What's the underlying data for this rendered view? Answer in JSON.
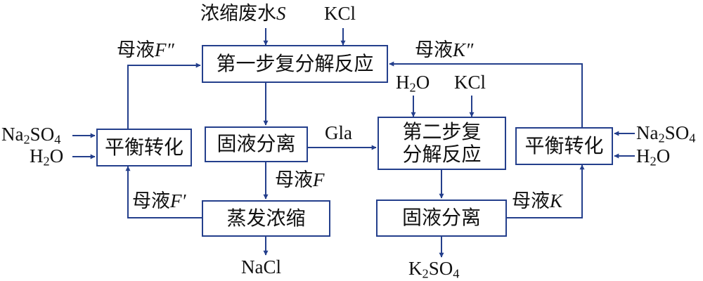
{
  "colors": {
    "line": "#243f8c",
    "text": "#111111"
  },
  "boxes": {
    "step1": "第一步复分解反应",
    "balance_left": "平衡转化",
    "sep1": "固液分离",
    "evap": "蒸发浓缩",
    "step2_line1": "第二步复",
    "step2_line2": "分解反应",
    "balance_right": "平衡转化",
    "sep2": "固液分离"
  },
  "inputs": {
    "waste_water": "浓缩废水",
    "waste_water_symbol": "S",
    "kcl_top": "KCl",
    "h2o_mid_h": "H",
    "h2o_mid_sub": "2",
    "h2o_mid_o": "O",
    "kcl_mid": "KCl",
    "left_na": "Na",
    "left_na_sub": "2",
    "left_so": "SO",
    "left_so_sub": "4",
    "left_h": "H",
    "left_h_sub": "2",
    "left_o": "O",
    "right_na": "Na",
    "right_na_sub": "2",
    "right_so": "SO",
    "right_so_sub": "4",
    "right_h": "H",
    "right_h_sub": "2",
    "right_o": "O"
  },
  "streams": {
    "mother_liquor": "母液",
    "F_dprime": "F″",
    "K_dprime": "K″",
    "F": "F",
    "F_prime": "F′",
    "K": "K",
    "gla": "Gla"
  },
  "products": {
    "nacl": "NaCl",
    "k2so4_k": "K",
    "k2so4_sub1": "2",
    "k2so4_so": "SO",
    "k2so4_sub2": "4"
  }
}
